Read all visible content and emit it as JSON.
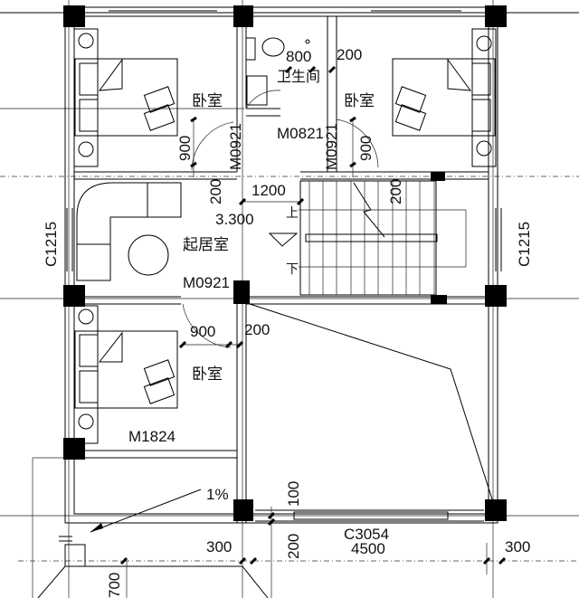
{
  "plan": {
    "rooms": {
      "bedroom_top_left": "卧室",
      "bathroom": "卫生间",
      "bedroom_top_right": "卧室",
      "living_room": "起居室",
      "bedroom_bottom_left": "卧室"
    },
    "doors": {
      "bathroom_door": "M0821",
      "bedroom_tl_door": "M0921",
      "bedroom_tr_door": "M0921",
      "living_door": "M0921",
      "bedroom_bl_door": "M1824"
    },
    "windows": {
      "left_living": "C1215",
      "right_stair": "C1215",
      "balcony": "C3054"
    },
    "stairs": {
      "up": "上",
      "down": "下"
    },
    "elevation": "3.300",
    "slope": "1%",
    "dimensions": {
      "bath_800": "800",
      "bath_200": "200",
      "tl_900": "900",
      "tr_900": "900",
      "living_200": "200",
      "stair_1200": "1200",
      "stair_200": "200",
      "bl_900": "900",
      "bl_200": "200",
      "balcony_100": "100",
      "balcony_200": "200",
      "bottom_300_left": "300",
      "bottom_4500": "4500",
      "bottom_300_right": "300",
      "bottom_700": "700"
    }
  }
}
